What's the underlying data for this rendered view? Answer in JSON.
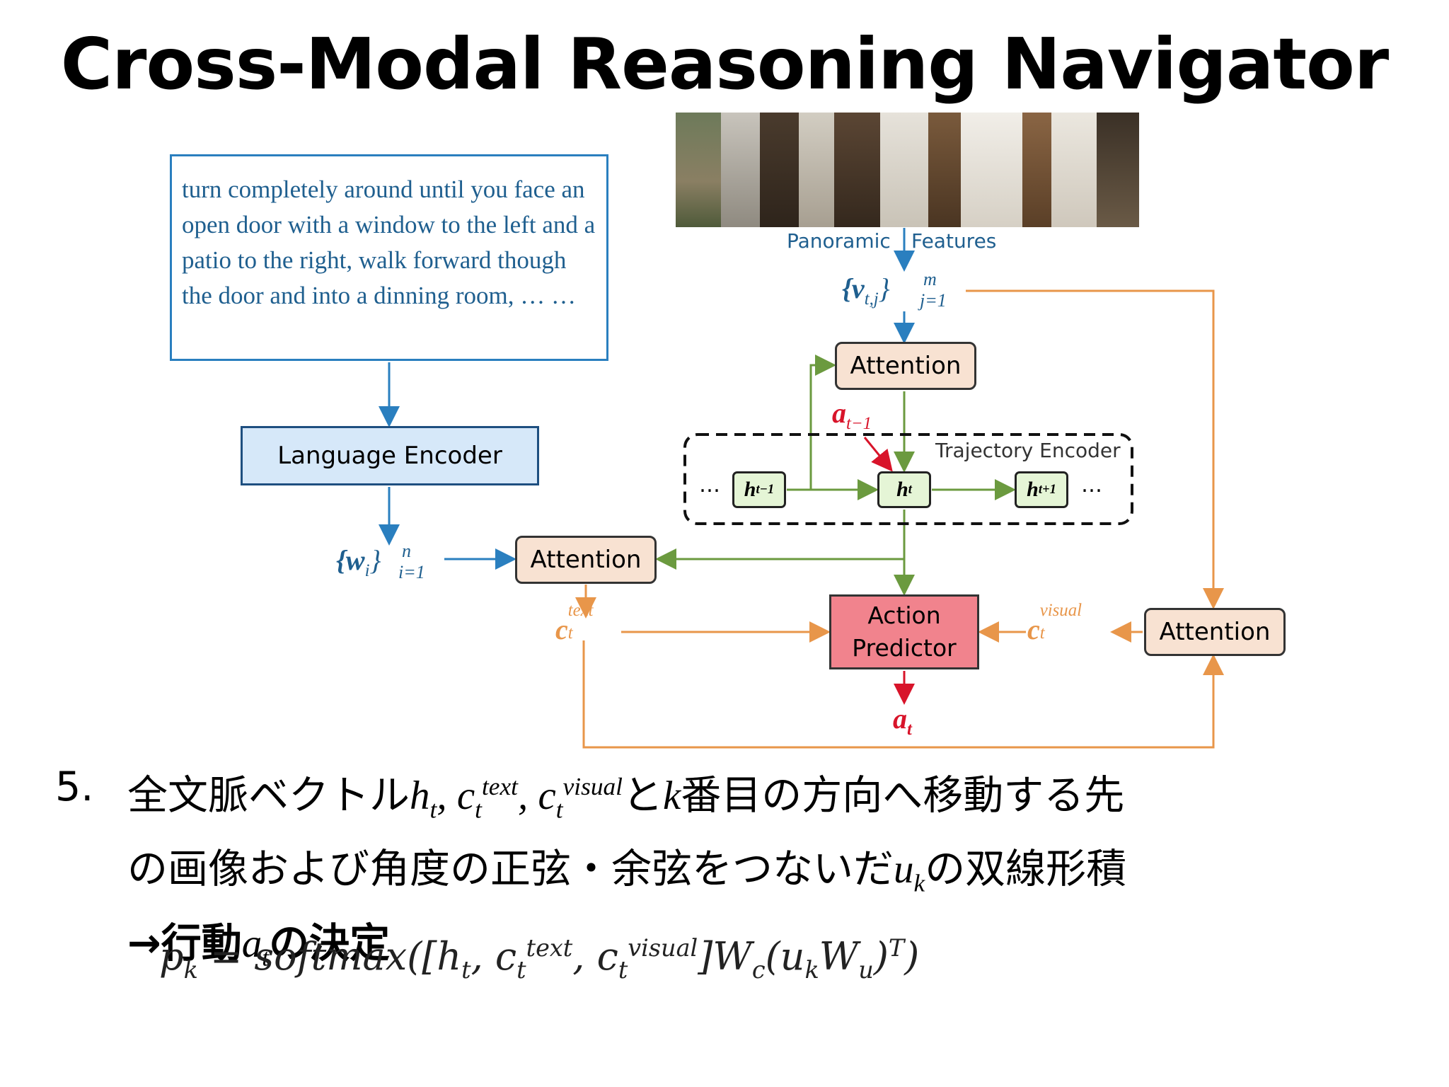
{
  "slide": {
    "title": "Cross-Modal Reasoning Navigator"
  },
  "diagram": {
    "instruction_text": "turn completely around until you face an open door with a window to the left and a patio to the right, walk forward though the door and into a dinning room, … …",
    "language_encoder": "Language Encoder",
    "panoramic_label_left": "Panoramic",
    "panoramic_label_right": "Features",
    "visual_set": {
      "base": "{v",
      "sub": "t,j",
      "close": "}",
      "sup": "m",
      "lower": "j=1"
    },
    "word_set": {
      "base": "{w",
      "sub": "i",
      "close": "}",
      "sup": "n",
      "lower": "i=1"
    },
    "attention_label": "Attention",
    "trajectory_encoder": "Trajectory Encoder",
    "ellipsis": "…",
    "h_prev": {
      "base": "h",
      "sub": "t−1"
    },
    "h_curr": {
      "base": "h",
      "sub": "t"
    },
    "h_next": {
      "base": "h",
      "sub": "t+1"
    },
    "a_prev": {
      "base": "a",
      "sub": "t−1"
    },
    "a_out": {
      "base": "a",
      "sub": "t"
    },
    "c_text": {
      "base": "c",
      "sub": "t",
      "sup": "text"
    },
    "c_visual": {
      "base": "c",
      "sub": "t",
      "sup": "visual"
    },
    "action_predictor_line1": "Action",
    "action_predictor_line2": "Predictor",
    "colors": {
      "blue": "#2a7fbf",
      "green": "#6b9a3f",
      "orange": "#e8964a",
      "red": "#d8142a",
      "dark": "#222222"
    }
  },
  "bottom_text": {
    "item_number": "5.",
    "line1_a": "全文脈ベクトル",
    "line1_b": "と",
    "line1_k": "k",
    "line1_c": "番目の方向へ移動する先",
    "line2_a": "の画像および角度の正弦・余弦をつないだ",
    "line2_u": "u",
    "line2_u_sub": "k",
    "line2_b": "の双線形積",
    "line3_arrow": "→行動",
    "line3_a": "a",
    "line3_a_sub": "t",
    "line3_b": "の決定",
    "sym_h": "h",
    "sym_t": "t",
    "sym_c": "c",
    "sup_text": "text",
    "sup_visual": "visual"
  },
  "formula": {
    "lhs": "p",
    "lhs_sub": "k",
    "eq": " = softmax([",
    "h": "h",
    "t": "t",
    "c": "c",
    "text": "text",
    "visual": "visual",
    "close": "]W",
    "w_sub": "c",
    "mid": "(u",
    "u_sub": "k",
    "w2": "W",
    "w2_sub": "u",
    "end": ")",
    "end_sup": "T",
    "end_paren": ")"
  }
}
